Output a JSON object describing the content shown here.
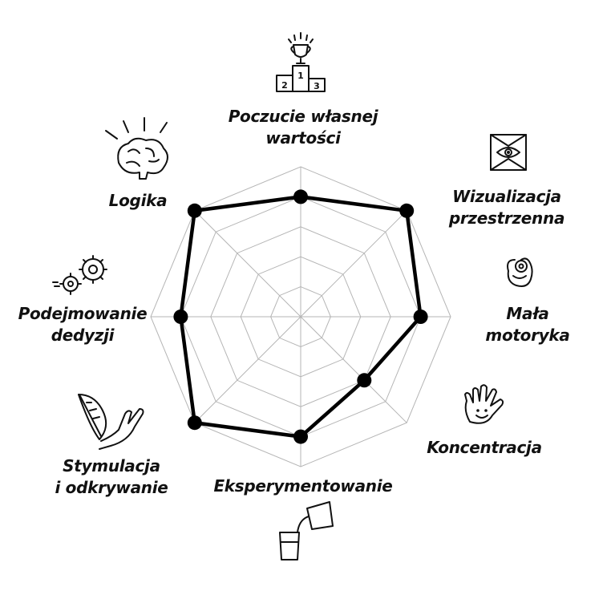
{
  "chart_data": {
    "type": "radar",
    "axes": [
      {
        "label_lines": [
          "Poczucie własnej",
          "wartości"
        ],
        "icon": "podium-trophy-icon"
      },
      {
        "label_lines": [
          "Wizualizacja",
          "przestrzenna"
        ],
        "icon": "eye-cube-icon"
      },
      {
        "label_lines": [
          "Mała",
          "motoryka"
        ],
        "icon": "fingers-pinch-icon"
      },
      {
        "label_lines": [
          "Koncentracja"
        ],
        "icon": "smiling-hand-icon"
      },
      {
        "label_lines": [
          "Eksperymentowanie"
        ],
        "icon": "pouring-glass-icon"
      },
      {
        "label_lines": [
          "Stymulacja",
          "i odkrywanie"
        ],
        "icon": "feather-hand-icon"
      },
      {
        "label_lines": [
          "Podejmowanie",
          "dedyzji"
        ],
        "icon": "gears-icon"
      },
      {
        "label_lines": [
          "Logika"
        ],
        "icon": "brain-arrows-icon"
      }
    ],
    "rings": 5,
    "range": [
      0,
      5
    ],
    "series": [
      {
        "values": [
          4,
          5,
          4,
          3,
          4,
          5,
          4,
          5
        ],
        "color": "#000000"
      }
    ],
    "grid": true
  },
  "icons": {
    "podium_numbers": [
      "2",
      "1",
      "3"
    ]
  }
}
